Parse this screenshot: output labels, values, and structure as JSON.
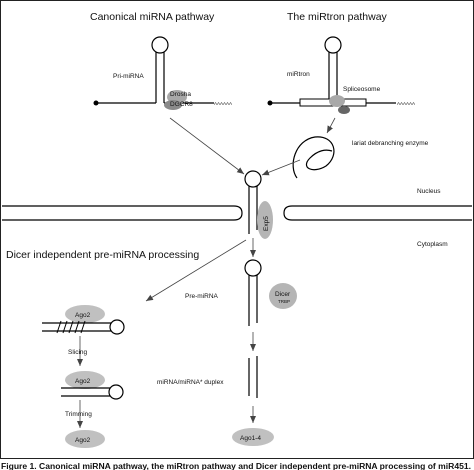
{
  "figure": {
    "titles": {
      "canonical": "Canonical miRNA pathway",
      "mirtron": "The miRtron pathway",
      "dicer_independent": "Dicer independent pre-miRNA processing"
    },
    "labels": {
      "pri_mirna": "Pri-miRNA",
      "drosha": "Drosha",
      "dgcr8": "DGCR8",
      "polyA_left": "AAAAAA",
      "mirtron": "miRtron",
      "spliceosome": "Spliceosome",
      "polyA_right": "AAAAAA",
      "lariat": "lariat debranching enzyme",
      "nucleus": "Nucleus",
      "exp5": "Exp5",
      "cytoplasm": "Cytoplasm",
      "pre_mirna": "Pre-miRNA",
      "dicer": "Dicer",
      "trbp": "TRBP",
      "duplex": "miRNA/miRNA* duplex",
      "ago2_top": "Ago2",
      "slicing": "Slicing",
      "ago2_mid": "Ago2",
      "trimming": "Trimming",
      "ago2_bottom": "Ago2",
      "ago1_4": "Ago1-4"
    },
    "caption": "Figure 1. Canonical miRNA pathway, the miRtron pathway and Dicer independent pre-miRNA processing of miR451."
  }
}
